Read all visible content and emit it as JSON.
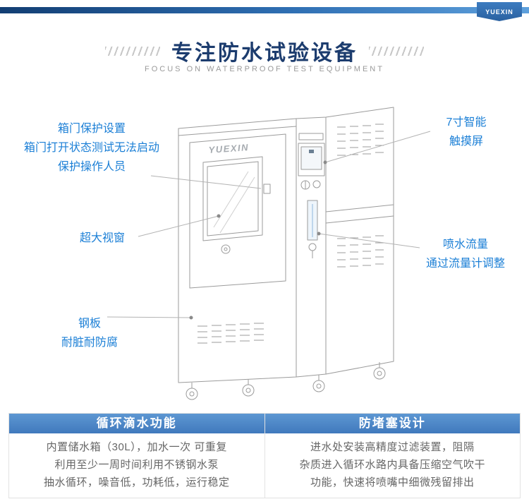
{
  "topbar": {
    "badge_text": "YUEXIN"
  },
  "header": {
    "title": "专注防水试验设备",
    "subtitle": "FOCUS ON WATERPROOF TEST EQUIPMENT"
  },
  "machine": {
    "brand": "YUEXIN"
  },
  "callouts": {
    "door_protection": "箱门保护设置\n箱门打开状态测试无法启动\n保护操作人员",
    "window": "超大视窗",
    "touchscreen": "7寸智能\n触摸屏",
    "flow": "喷水流量\n通过流量计调整",
    "steel": "钢板\n耐脏耐防腐"
  },
  "features": [
    {
      "title": "循环滴水功能",
      "body": "内置储水箱（30L），加水一次 可重复\n利用至少一周时间利用不锈钢水泵\n抽水循环，噪音低，功耗低，运行稳定"
    },
    {
      "title": "防堵塞设计",
      "body": "进水处安装高精度过滤装置，阻隔\n杂质进入循环水路内具备压缩空气吹干\n功能，快速将喷嘴中细微残留排出"
    }
  ],
  "colors": {
    "accent_blue": "#1b7fd6",
    "bar_blue": "#4a86c6",
    "title_navy": "#1c3c6e"
  }
}
